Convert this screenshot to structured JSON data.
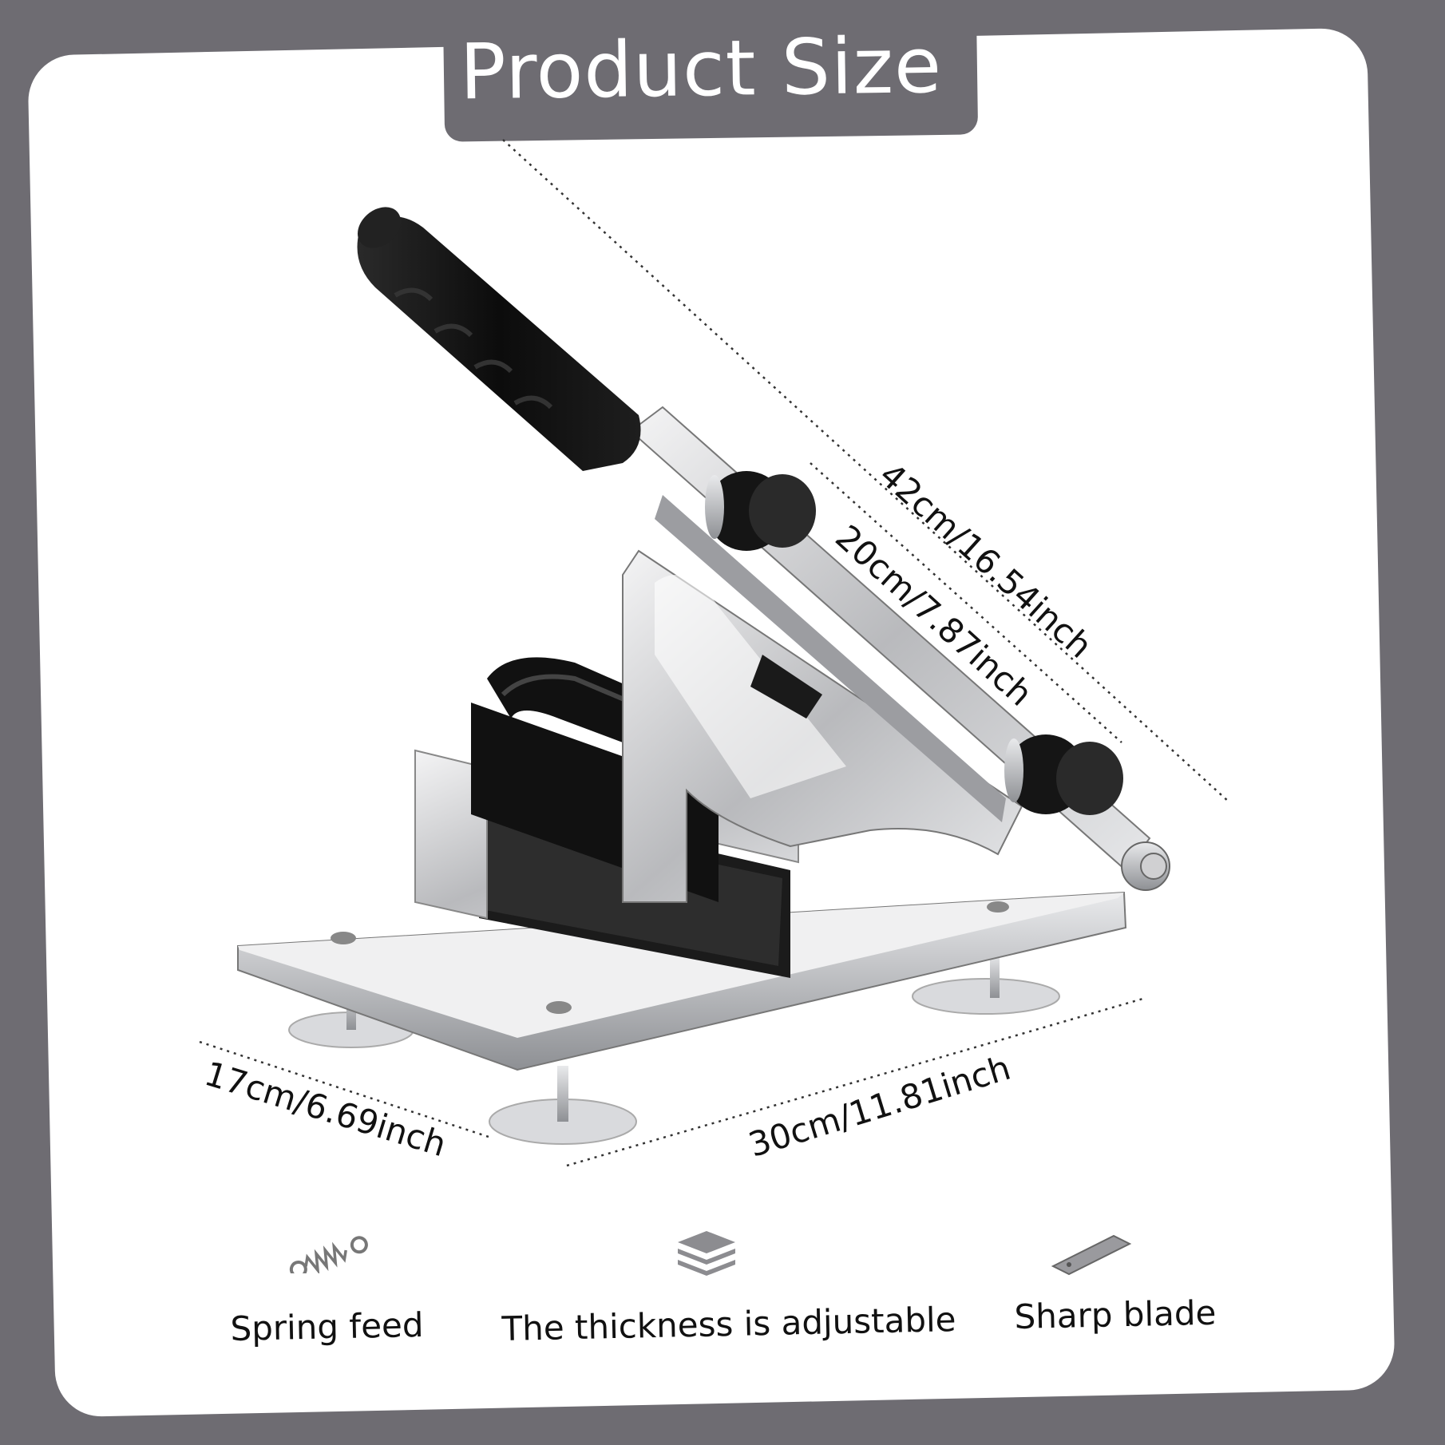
{
  "title": "Product Size",
  "dimensions": {
    "overall_length": "42cm/16.54inch",
    "blade_length": "20cm/7.87inch",
    "base_length": "30cm/11.81inch",
    "base_width": "17cm/6.69inch"
  },
  "features": [
    {
      "icon": "spring-icon",
      "label": "Spring feed"
    },
    {
      "icon": "layers-icon",
      "label": "The thickness is adjustable"
    },
    {
      "icon": "blade-icon",
      "label": "Sharp blade"
    }
  ],
  "colors": {
    "frame": "#6e6c72",
    "card": "#ffffff",
    "handle": "#111111",
    "steel": "#c9cacc"
  }
}
